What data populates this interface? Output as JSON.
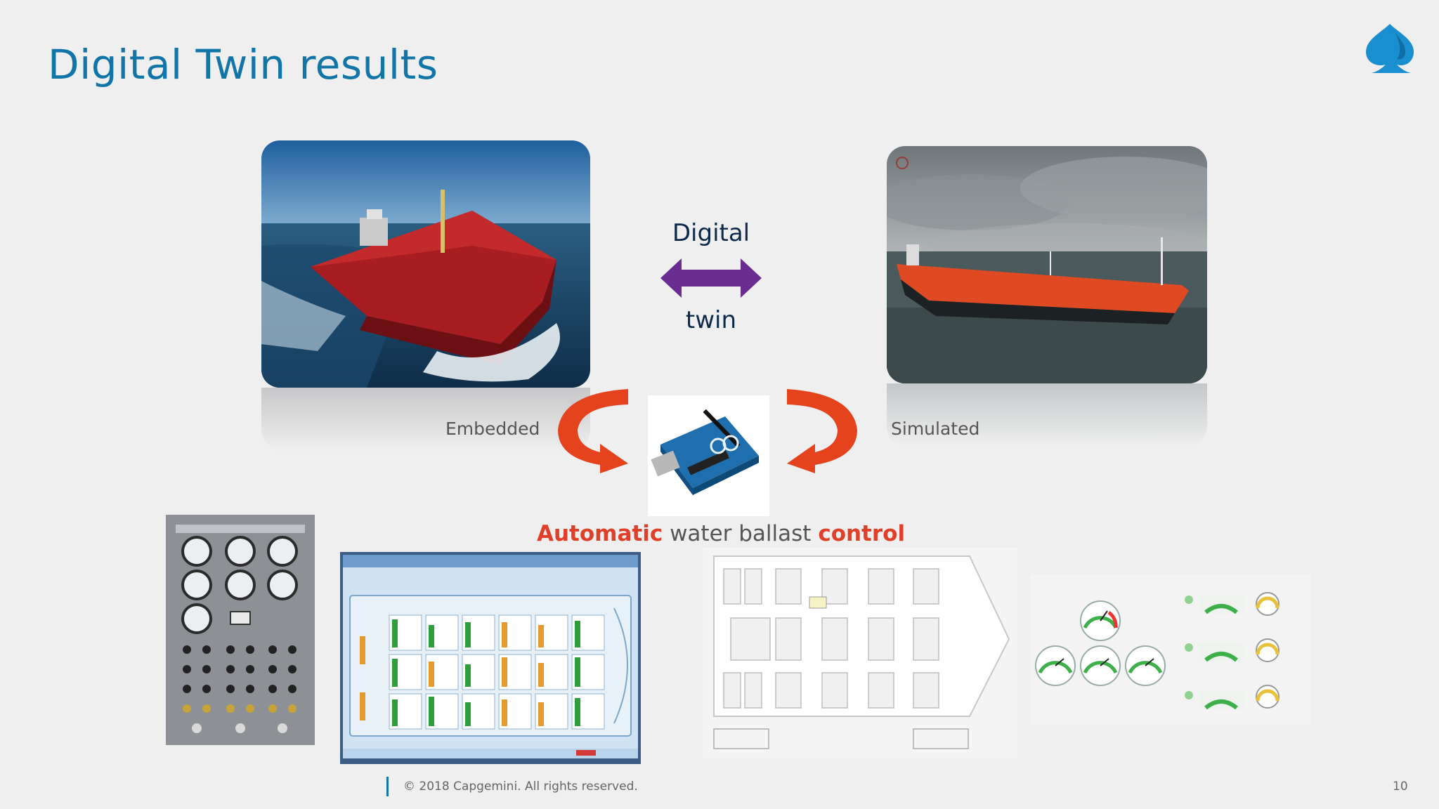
{
  "slide": {
    "title": "Digital Twin results",
    "page_number": "10",
    "footer": "© 2018 Capgemini. All rights reserved."
  },
  "images": {
    "embedded_caption": "Embedded",
    "simulated_caption": "Simulated"
  },
  "twin_label": {
    "line1": "Digital",
    "line2": "twin"
  },
  "subtitle": {
    "part1": "Automatic",
    "part2": " water ballast ",
    "part3": "control"
  },
  "colors": {
    "title_blue": "#1175a8",
    "arrow_purple": "#6a2c91",
    "curve_orange": "#e4431e",
    "accent_red": "#e0402a"
  },
  "icons": [
    "capgemini-spade-logo",
    "double-headed-arrow",
    "curved-arrow-left",
    "curved-arrow-right",
    "arduino-board"
  ]
}
